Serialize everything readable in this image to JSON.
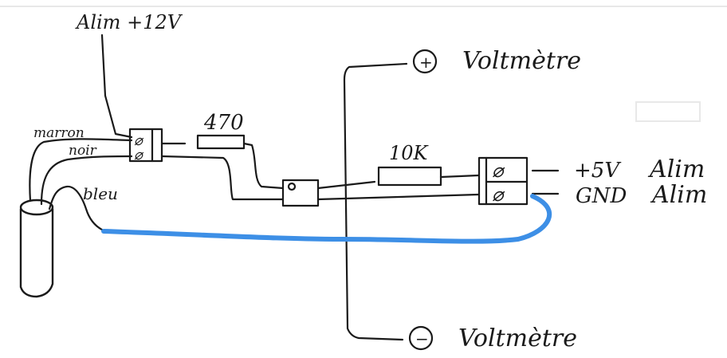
{
  "diagram": {
    "labels": {
      "supply_12v": "Alim +12V",
      "resistor_470": "470",
      "resistor_10k": "10K",
      "wire_marron": "marron",
      "wire_noir": "noir",
      "wire_bleu": "bleu",
      "voltmeter_pos_sign": "+",
      "voltmeter_pos": "Voltmètre",
      "voltmeter_neg_sign": "−",
      "voltmeter_neg": "Voltmètre",
      "supply_5v": "+5V",
      "supply_5v_alim": "Alim",
      "gnd": "GND",
      "gnd_alim": "Alim",
      "terminal_symbol": "⌀"
    },
    "colors": {
      "ink": "#1a1a1a",
      "blue_wire": "#3d8fe6"
    }
  }
}
